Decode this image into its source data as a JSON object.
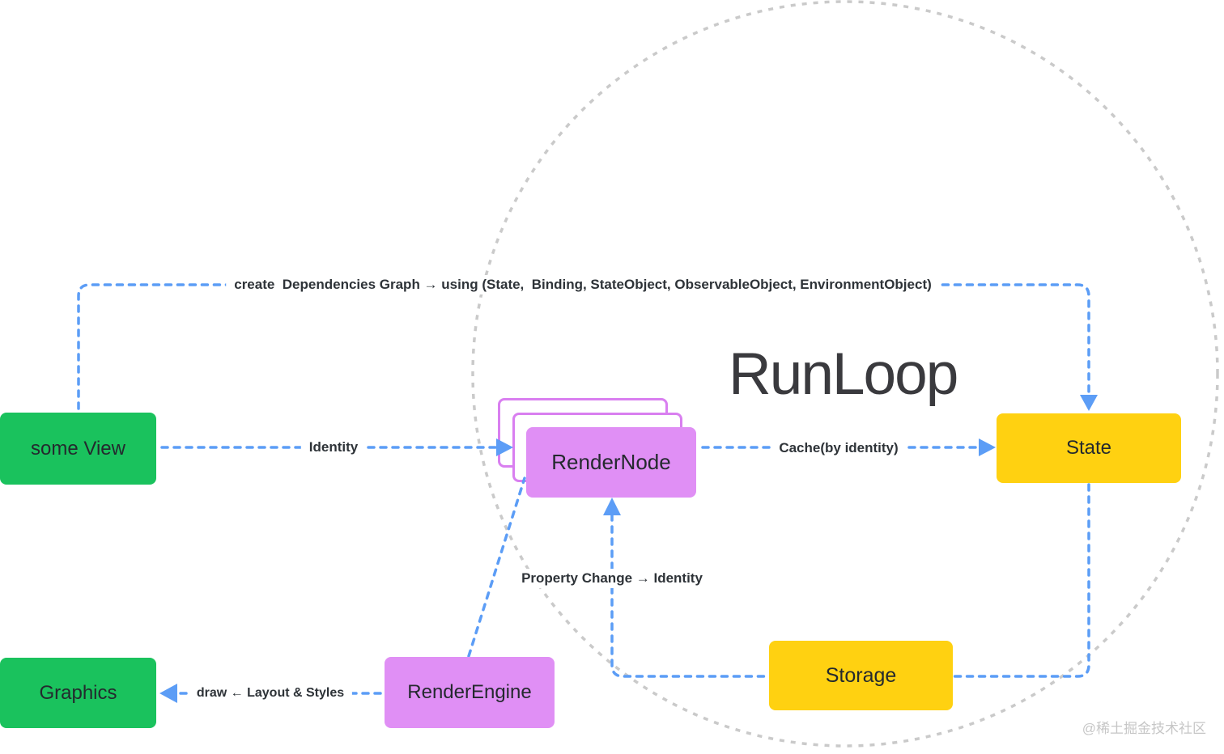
{
  "colors": {
    "background": "#FFFFFF",
    "green": "#1AC25D",
    "yellow": "#FFD111",
    "purple_fill": "#E08FF5",
    "purple_border": "#D97FF0",
    "blue": "#5C9DF6",
    "circle_gray": "#CACACA",
    "label_text": "#2E3338",
    "box_text": "#24292E",
    "runloop_text": "#3A3A3E",
    "watermark": "#C6C6C6"
  },
  "runloop": {
    "label": "RunLoop"
  },
  "nodes": {
    "some_view": {
      "label": "some View"
    },
    "graphics": {
      "label": "Graphics"
    },
    "render_node": {
      "label": "RenderNode"
    },
    "render_engine": {
      "label": "RenderEngine"
    },
    "storage": {
      "label": "Storage"
    },
    "state": {
      "label": "State"
    }
  },
  "edges": {
    "create_deps": {
      "label": "create  Dependencies Graph → using (State,  Binding, StateObject, ObservableObject, EnvironmentObject)"
    },
    "identity": {
      "label": "Identity"
    },
    "cache": {
      "label": "Cache(by identity)"
    },
    "property_change": {
      "label": "Property Change → Identity"
    },
    "draw": {
      "label": "draw ← Layout & Styles"
    }
  },
  "watermark": {
    "label": "@稀土掘金技术社区"
  }
}
